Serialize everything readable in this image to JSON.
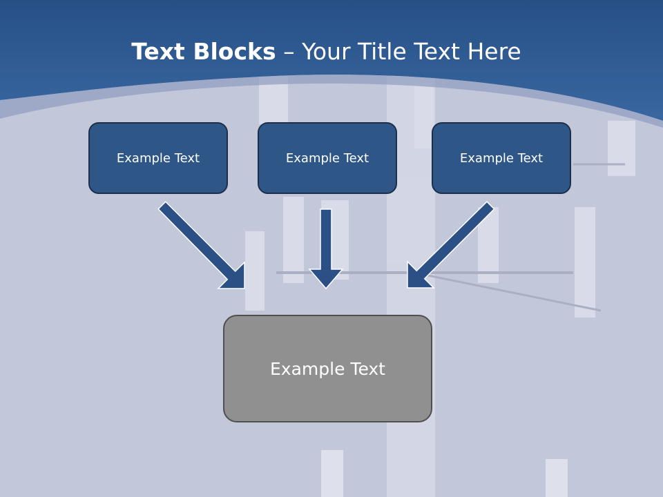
{
  "slide": {
    "title_bold": "Text Blocks",
    "title_rest": " – Your Title Text Here",
    "top_blocks": [
      "Example Text",
      "Example Text",
      "Example Text"
    ],
    "bottom_block": "Example Text"
  },
  "colors": {
    "header_blue": "#2e5a90",
    "background": "#c3c7da",
    "block_fill": "#2e5788",
    "bottom_block_fill": "#909090",
    "arrow_fill": "#2b5085"
  }
}
